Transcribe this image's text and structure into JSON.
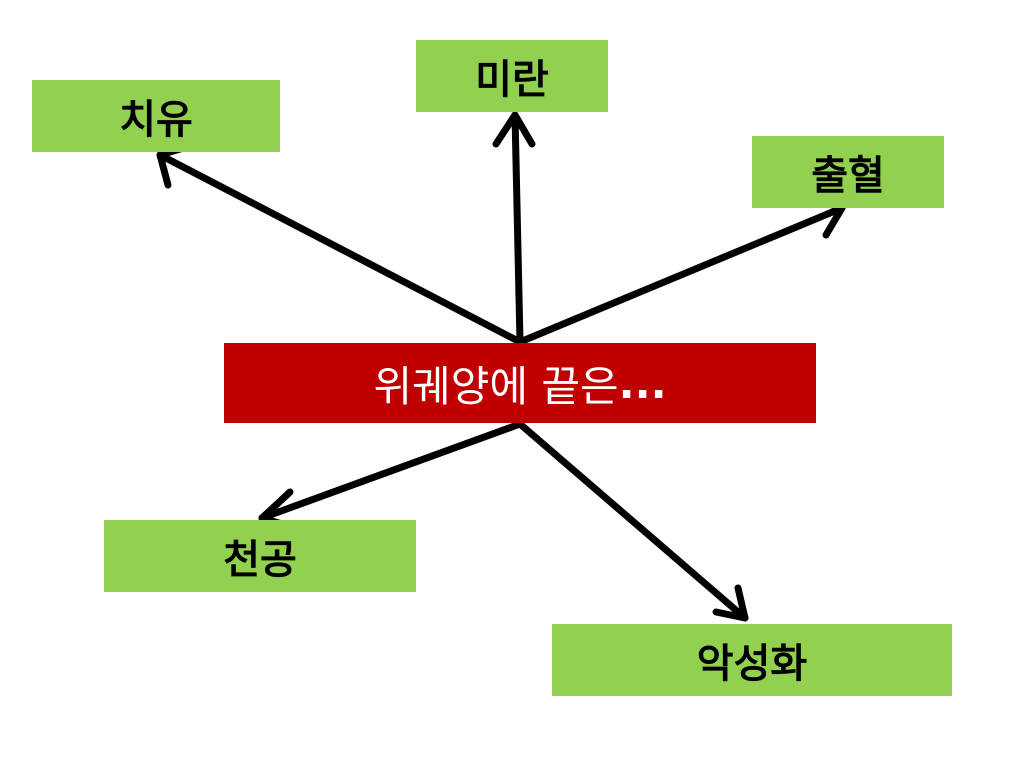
{
  "center": {
    "label": "위궤양에 끝은",
    "suffix": "..."
  },
  "outcomes": {
    "healing": "치유",
    "erosion": "미란",
    "bleeding": "출혈",
    "perforation": "천공",
    "malignant": "악성화"
  },
  "colors": {
    "center_bg": "#c00000",
    "outcome_bg": "#92d050",
    "arrow": "#000000"
  }
}
